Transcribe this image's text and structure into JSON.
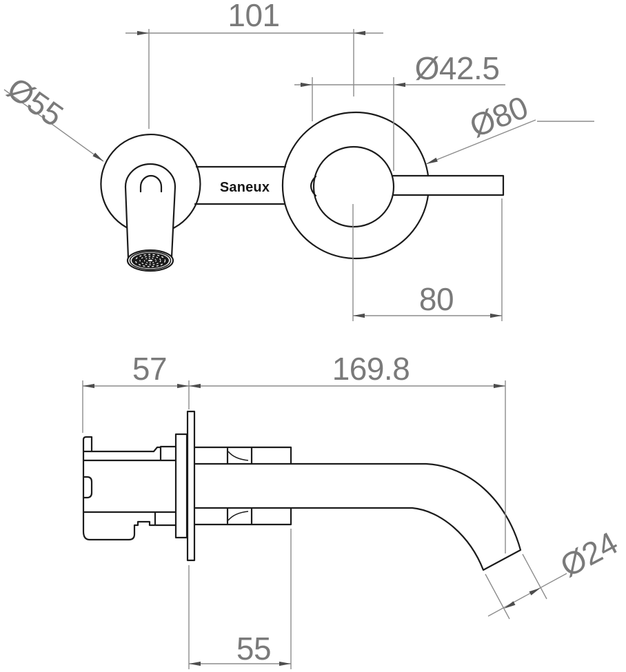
{
  "drawing": {
    "brand": "Saneux",
    "colors": {
      "part_line": "#1b1b1b",
      "dimension_line": "#8c8c8c",
      "dimension_text": "#7a7a7a",
      "brand_text": "#161616",
      "background": "#ffffff"
    }
  },
  "dimensions": {
    "front_view": {
      "center_distance": "101",
      "spout_escutcheon_diameter": "Ø55",
      "handle_boss_diameter": "Ø42.5",
      "escutcheon_diameter": "Ø80",
      "handle_length": "80"
    },
    "side_view": {
      "behind_wall_depth": "57",
      "spout_projection": "169.8",
      "spout_tube_diameter": "Ø24",
      "body_length": "55"
    }
  }
}
